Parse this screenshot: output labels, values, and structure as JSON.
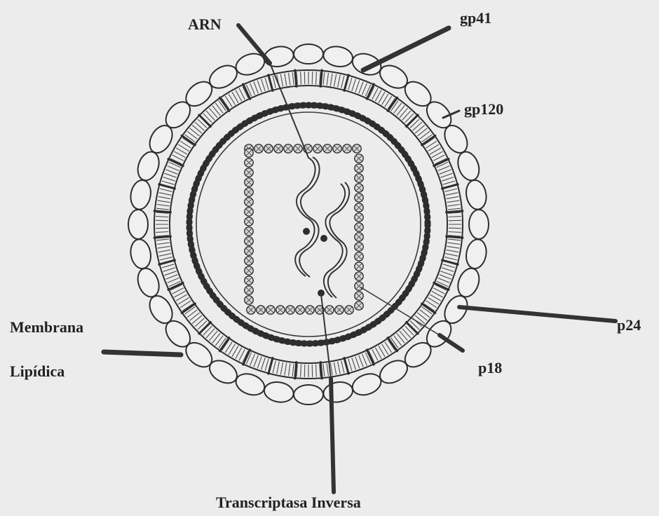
{
  "diagram": {
    "labels": {
      "arn": "ARN",
      "gp41": "gp41",
      "gp120": "gp120",
      "membrana": "Membrana",
      "lipidica": "Lipídica",
      "p24": "p24",
      "p18": "p18",
      "transcriptasa": "Transcriptasa Inversa"
    },
    "colors": {
      "background": "#ececec",
      "ink": "#222222",
      "line": "#333333"
    }
  }
}
